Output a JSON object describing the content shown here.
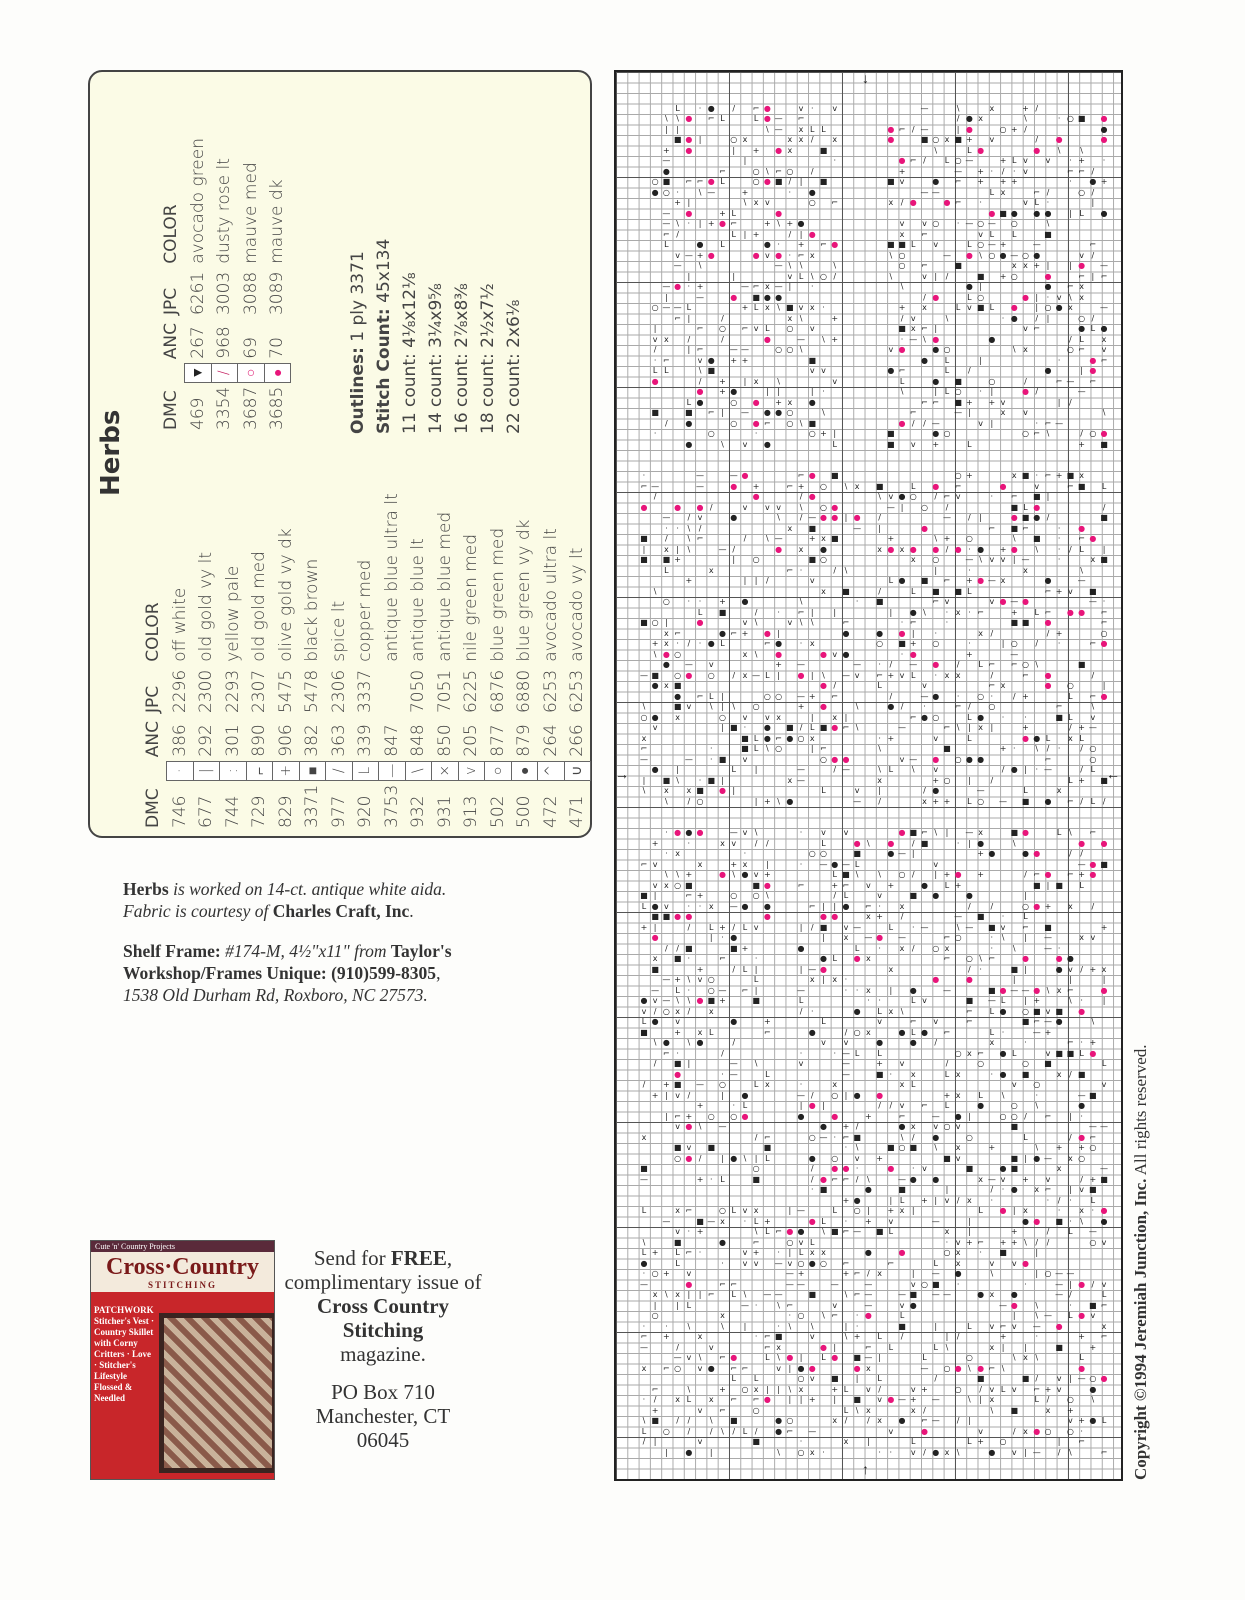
{
  "key": {
    "title": "Herbs",
    "headers": {
      "dmc": "DMC",
      "anc": "ANC",
      "jpc": "JPC",
      "color": "COLOR"
    },
    "rows_left": [
      {
        "dmc": "746",
        "symbol": "·",
        "anc": "386",
        "jpc": "2296",
        "color": "off white"
      },
      {
        "dmc": "677",
        "symbol": "|",
        "anc": "292",
        "jpc": "2300",
        "color": "old gold vy lt"
      },
      {
        "dmc": "744",
        "symbol": ":",
        "anc": "301",
        "jpc": "2293",
        "color": "yellow pale"
      },
      {
        "dmc": "729",
        "symbol": "⌐",
        "anc": "890",
        "jpc": "2307",
        "color": "old gold med"
      },
      {
        "dmc": "829",
        "symbol": "+",
        "anc": "906",
        "jpc": "5475",
        "color": "olive gold vy dk"
      },
      {
        "dmc": "3371",
        "symbol": "■",
        "anc": "382",
        "jpc": "5478",
        "color": "black brown"
      },
      {
        "dmc": "977",
        "symbol": "/",
        "anc": "363",
        "jpc": "2306",
        "color": "spice lt"
      },
      {
        "dmc": "920",
        "symbol": "L",
        "anc": "339",
        "jpc": "3337",
        "color": "copper med"
      },
      {
        "dmc": "3753",
        "symbol": "—",
        "anc": "847",
        "jpc": "",
        "color": "antique blue ultra lt"
      },
      {
        "dmc": "932",
        "symbol": "\\",
        "anc": "848",
        "jpc": "7050",
        "color": "antique blue lt"
      },
      {
        "dmc": "931",
        "symbol": "×",
        "anc": "850",
        "jpc": "7051",
        "color": "antique blue med"
      },
      {
        "dmc": "913",
        "symbol": "v",
        "anc": "205",
        "jpc": "6225",
        "color": "nile green med"
      },
      {
        "dmc": "502",
        "symbol": "○",
        "anc": "877",
        "jpc": "6876",
        "color": "blue green med"
      },
      {
        "dmc": "500",
        "symbol": "●",
        "anc": "879",
        "jpc": "6880",
        "color": "blue green vy dk"
      },
      {
        "dmc": "472",
        "symbol": "^",
        "anc": "264",
        "jpc": "6253",
        "color": "avocado ultra lt"
      },
      {
        "dmc": "471",
        "symbol": "∪",
        "anc": "266",
        "jpc": "6253",
        "color": "avocado vy lt"
      }
    ],
    "rows_right": [
      {
        "dmc": "469",
        "symbol": "▼",
        "anc": "267",
        "jpc": "6261",
        "color": "avocado green",
        "symbol_color": "#222222"
      },
      {
        "dmc": "3354",
        "symbol": "/",
        "anc": "968",
        "jpc": "3003",
        "color": "dusty rose lt",
        "symbol_color": "#c2185b"
      },
      {
        "dmc": "3687",
        "symbol": "○",
        "anc": "69",
        "jpc": "3088",
        "color": "mauve med",
        "symbol_color": "#e0267a"
      },
      {
        "dmc": "3685",
        "symbol": "●",
        "anc": "70",
        "jpc": "3089",
        "color": "mauve dk",
        "symbol_color": "#e8157a"
      }
    ],
    "outlines_label": "Outlines:",
    "outlines_value": "1 ply 3371",
    "stitch_count_label": "Stitch Count:",
    "stitch_count_value": "45x134",
    "counts": [
      "11 count: 4⅛x12⅛",
      "14 count: 3¼x9⅝",
      "16 count: 2⅞x8⅜",
      "18 count: 2½x7½",
      "22 count: 2x6⅛"
    ]
  },
  "fabric_note": {
    "design": "Herbs",
    "line1": " is worked on 14-ct. antique white aida.",
    "line2": "Fabric is courtesy of ",
    "company": "Charles Craft, Inc",
    "period": "."
  },
  "frame_note": {
    "label": "Shelf Frame:",
    "detail": " #174-M, 4½\"x11\" from ",
    "supplier": "Taylor's Workshop/Frames Unique: (910)599-8305",
    "comma": ",",
    "address": "1538 Old Durham Rd, Roxboro, NC 27573."
  },
  "ad": {
    "cover_band": "Cute 'n' Country Projects",
    "cover_logo": "Cross·Country",
    "cover_logo_sub": "STITCHING",
    "cover_lines": "PATCHWORK Stitcher's Vest · Country Skillet with Corny Critters · Love · Stitcher's Lifestyle Flossed & Needled",
    "send": "Send for ",
    "free": "FREE",
    "comma": ",",
    "line2": "complimentary issue of",
    "magazine": "Cross Country Stitching",
    "line4": "magazine.",
    "address1": "PO Box 710",
    "address2": "Manchester, CT",
    "address3": "06045"
  },
  "chart": {
    "stitches_wide": 45,
    "stitches_high": 134,
    "colors": {
      "black": "#222222",
      "mauve": "#e8157a"
    }
  },
  "copyright": {
    "bold": "Copyright ©1994 Jeremiah Junction, Inc.",
    "rest": " All rights reserved."
  }
}
